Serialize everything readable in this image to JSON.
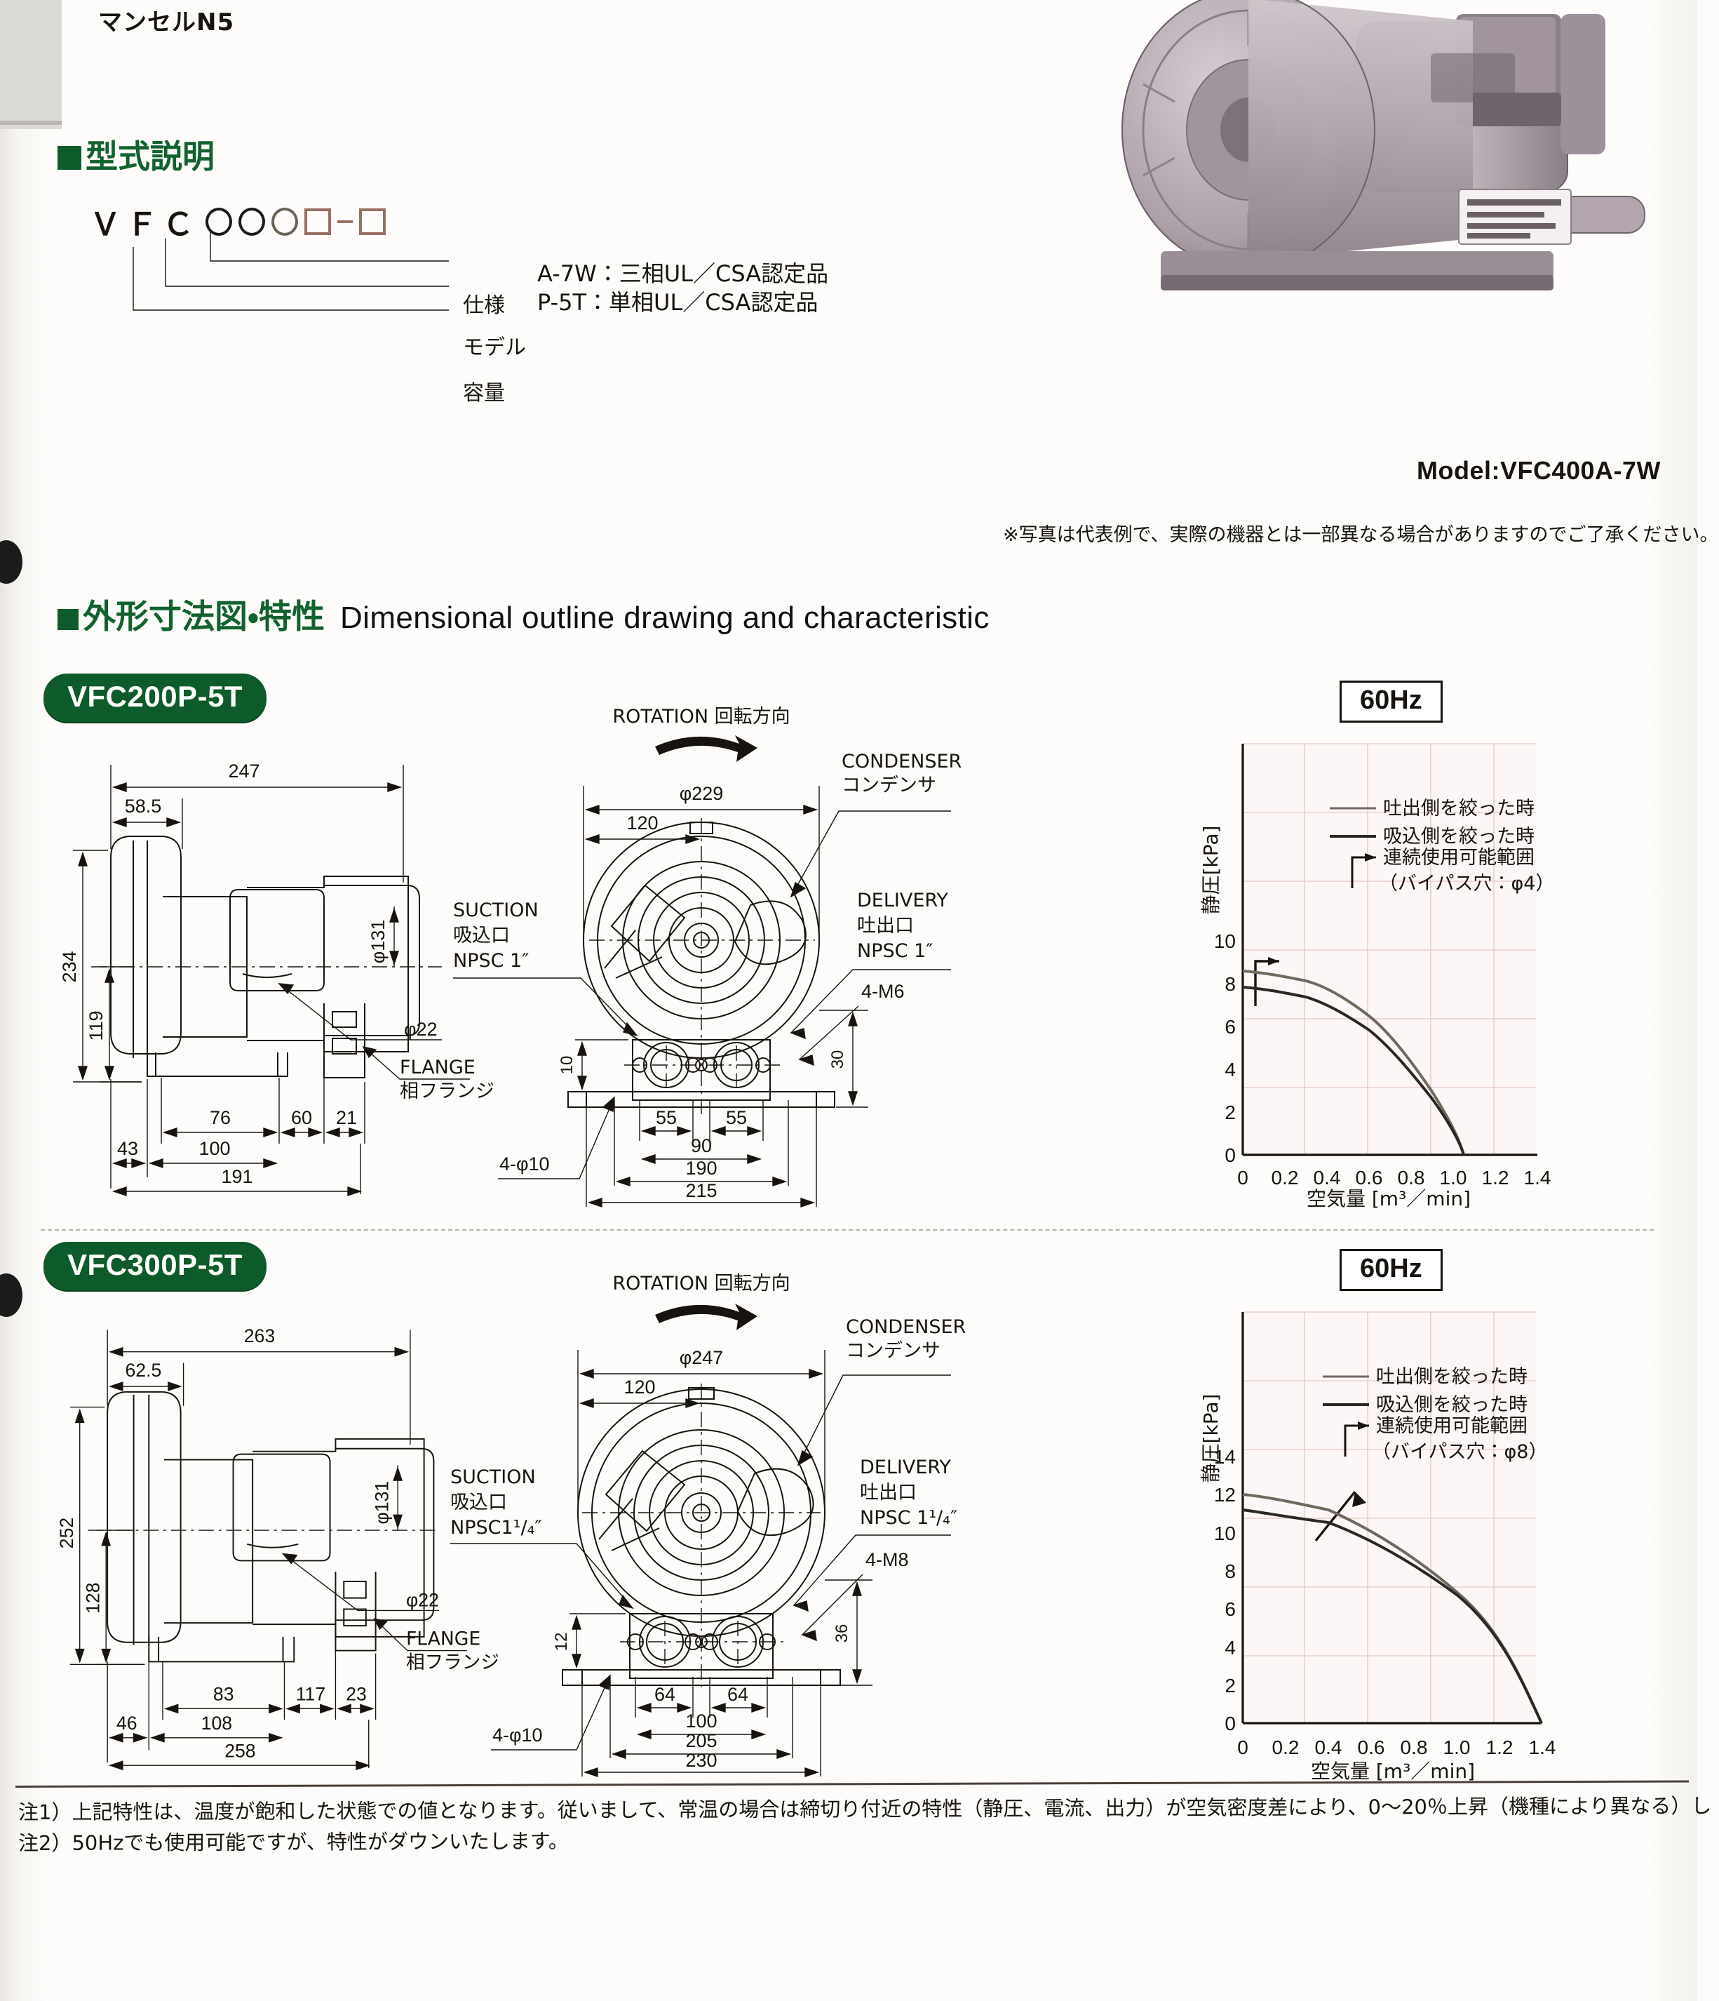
{
  "page": {
    "munsell_note": "マンセルN5"
  },
  "type_section": {
    "heading": "型式説明",
    "type_string": "ＶＦＣ",
    "spec_label": "仕様",
    "spec_lines": [
      "A-7W：三相UL／CSA認定品",
      "P-5T：単相UL／CSA認定品"
    ],
    "model_label": "モデル",
    "capacity_label": "容量"
  },
  "photo": {
    "model_caption": "Model:VFC400A-7W",
    "disclaimer": "※写真は代表例で、実際の機器とは一部異なる場合がありますのでご了承ください。"
  },
  "dimension_section": {
    "heading_jp": "外形寸法図・特性",
    "heading_en": "Dimensional outline drawing and characteristic"
  },
  "models": [
    {
      "badge": "VFC200P-5T",
      "side_view": {
        "overall_width": "247",
        "front_depth": "58.5",
        "overall_height": "234",
        "center_height": "119",
        "shaft_dia": "φ131",
        "flange_dia": "φ22",
        "flange_label_en": "FLANGE",
        "flange_label_jp": "相フランジ",
        "base_a": "76",
        "base_b": "60",
        "base_c": "21",
        "base_d": "43",
        "base_e": "100",
        "base_f": "191"
      },
      "front_view": {
        "rotation_label": "ROTATION 回転方向",
        "body_dia": "φ229",
        "top_dim": "120",
        "condenser_en": "CONDENSER",
        "condenser_jp": "コンデンサ",
        "suction_en": "SUCTION",
        "suction_jp": "吸込口",
        "suction_size": "NPSC 1″",
        "delivery_en": "DELIVERY",
        "delivery_jp": "吐出口",
        "delivery_size": "NPSC 1″",
        "bolt_spec": "4-M6",
        "hole_spec": "4-φ10",
        "foot_h1": "10",
        "foot_h2": "30",
        "port_pitch_l": "55",
        "port_pitch_r": "55",
        "pitch_90": "90",
        "pitch_190": "190",
        "width_215": "215"
      },
      "chart_data": {
        "type": "line",
        "title": "60Hz",
        "xlabel": "空気量 [m³／min]",
        "ylabel": "静圧[kPa]",
        "xlim": [
          0,
          1.5
        ],
        "ylim": [
          0,
          18
        ],
        "xticks": [
          "0",
          "0.2",
          "0.4",
          "0.6",
          "0.8",
          "1.0",
          "1.2",
          "1.4"
        ],
        "xtick_values": [
          0,
          0.2,
          0.4,
          0.6,
          0.8,
          1.0,
          1.2,
          1.4
        ],
        "yticks": [
          "0",
          "2",
          "4",
          "6",
          "8",
          "10"
        ],
        "ytick_values": [
          0,
          2,
          4,
          6,
          8,
          10
        ],
        "grid": true,
        "legend_position": "top-center",
        "annotation": "（バイパス穴：φ4）",
        "series": [
          {
            "name": "吐出側を絞った時",
            "color": "#6e6a5e",
            "x": [
              0,
              0.1,
              0.2,
              0.3,
              0.4,
              0.5,
              0.6,
              0.7,
              0.8,
              0.9,
              1.0,
              1.05
            ],
            "y": [
              8.6,
              8.55,
              8.4,
              8.15,
              7.8,
              7.25,
              6.5,
              5.55,
              4.4,
              3.0,
              1.2,
              0.0
            ]
          },
          {
            "name": "吸込側を絞った時",
            "color": "#2b2722",
            "x": [
              0,
              0.1,
              0.2,
              0.3,
              0.4,
              0.5,
              0.6,
              0.7,
              0.8,
              0.9,
              1.0,
              1.05
            ],
            "y": [
              7.85,
              7.8,
              7.65,
              7.4,
              7.0,
              6.5,
              5.85,
              5.0,
              3.95,
              2.7,
              1.1,
              0.0
            ]
          }
        ],
        "range_marker": {
          "label": "連続使用可能範囲",
          "x": 0.11,
          "y_from": 6.9,
          "y_to": 9.3
        }
      }
    },
    {
      "badge": "VFC300P-5T",
      "side_view": {
        "overall_width": "263",
        "front_depth": "62.5",
        "overall_height": "252",
        "center_height": "128",
        "shaft_dia": "φ131",
        "flange_dia": "φ22",
        "flange_label_en": "FLANGE",
        "flange_label_jp": "相フランジ",
        "base_a": "83",
        "base_b": "117",
        "base_c": "23",
        "base_d": "46",
        "base_e": "108",
        "base_f": "258"
      },
      "front_view": {
        "rotation_label": "ROTATION 回転方向",
        "body_dia": "φ247",
        "top_dim": "120",
        "condenser_en": "CONDENSER",
        "condenser_jp": "コンデンサ",
        "suction_en": "SUCTION",
        "suction_jp": "吸込口",
        "suction_size": "NPSC1¹/₄″",
        "delivery_en": "DELIVERY",
        "delivery_jp": "吐出口",
        "delivery_size": "NPSC 1¹/₄″",
        "bolt_spec": "4-M8",
        "hole_spec": "4-φ10",
        "foot_h1": "12",
        "foot_h2": "36",
        "port_pitch_l": "64",
        "port_pitch_r": "64",
        "pitch_90": "100",
        "pitch_190": "205",
        "width_215": "230"
      },
      "chart_data": {
        "type": "line",
        "title": "60Hz",
        "xlabel": "空気量 [m³／min]",
        "ylabel": "静圧[kPa]",
        "xlim": [
          0,
          1.5
        ],
        "ylim": [
          0,
          22
        ],
        "xticks": [
          "0",
          "0.2",
          "0.4",
          "0.6",
          "0.8",
          "1.0",
          "1.2",
          "1.4"
        ],
        "xtick_values": [
          0,
          0.2,
          0.4,
          0.6,
          0.8,
          1.0,
          1.2,
          1.4
        ],
        "yticks": [
          "0",
          "2",
          "4",
          "6",
          "8",
          "10",
          "12",
          "14"
        ],
        "ytick_values": [
          0,
          2,
          4,
          6,
          8,
          10,
          12,
          14
        ],
        "grid": true,
        "legend_position": "top-center",
        "annotation": "（バイパス穴：φ8）",
        "series": [
          {
            "name": "吐出側を絞った時",
            "color": "#6e6a5e",
            "x": [
              0,
              0.2,
              0.4,
              0.6,
              0.8,
              1.0,
              1.2,
              1.4,
              1.45
            ],
            "y": [
              12.0,
              11.75,
              11.2,
              10.2,
              8.8,
              6.9,
              4.7,
              1.2,
              0.0
            ]
          },
          {
            "name": "吸込側を絞った時",
            "color": "#2b2722",
            "x": [
              0,
              0.2,
              0.4,
              0.6,
              0.8,
              1.0,
              1.2,
              1.4,
              1.45
            ],
            "y": [
              11.2,
              11.0,
              10.55,
              9.7,
              8.5,
              6.75,
              4.6,
              1.2,
              0.0
            ]
          }
        ],
        "range_marker": {
          "label": "連続使用可能範囲",
          "x_from": 0.35,
          "y_from": 9.6,
          "x_to": 0.6,
          "y_to": 12.3
        }
      }
    }
  ],
  "legend_common": {
    "series1": "吐出側を絞った時",
    "series2": "吸込側を絞った時",
    "range": "連続使用可能範囲"
  },
  "footnotes": [
    "注1）上記特性は、温度が飽和した状態での値となります。従いまして、常温の場合は締切り付近の特性（静圧、電流、出力）が空気密度差により、0〜20％上昇（機種により異なる）し",
    "注2）50Hzでも使用可能ですが、特性がダウンいたします。"
  ],
  "colors": {
    "brand_green": "#0d5b2a",
    "ink": "#17140f",
    "paper": "#fdfcfa"
  }
}
